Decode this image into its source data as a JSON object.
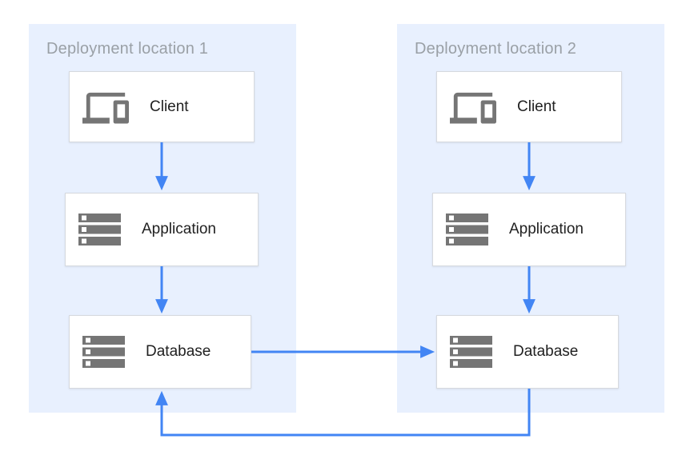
{
  "diagram": {
    "type": "architecture-diagram",
    "panels": [
      {
        "title": "Deployment location 1",
        "nodes": [
          {
            "label": "Client",
            "icon": "devices-icon"
          },
          {
            "label": "Application",
            "icon": "server-stack-icon"
          },
          {
            "label": "Database",
            "icon": "server-stack-icon"
          }
        ]
      },
      {
        "title": "Deployment location 2",
        "nodes": [
          {
            "label": "Client",
            "icon": "devices-icon"
          },
          {
            "label": "Application",
            "icon": "server-stack-icon"
          },
          {
            "label": "Database",
            "icon": "server-stack-icon"
          }
        ]
      }
    ],
    "edges": [
      {
        "from": "location-1-client",
        "to": "location-1-application"
      },
      {
        "from": "location-1-application",
        "to": "location-1-database"
      },
      {
        "from": "location-2-client",
        "to": "location-2-application"
      },
      {
        "from": "location-2-application",
        "to": "location-2-database"
      },
      {
        "from": "location-1-database",
        "to": "location-2-database"
      },
      {
        "from": "location-2-database",
        "to": "location-1-database"
      }
    ],
    "colors": {
      "panel_background": "#E8F0FE",
      "arrow": "#4285F4",
      "icon": "#757575",
      "node_border": "#D6D9DE",
      "panel_title_text": "#9AA0A6",
      "node_text": "#212121"
    }
  }
}
